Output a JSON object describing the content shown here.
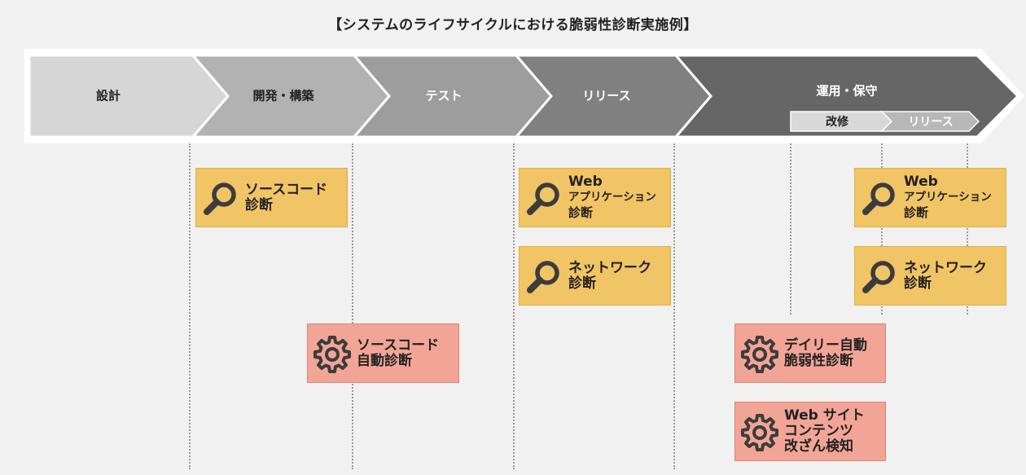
{
  "title": "【システムのライフサイクルにおける脆弱性診断実施例】",
  "phases": [
    {
      "label": "設計"
    },
    {
      "label": "開発・構築"
    },
    {
      "label": "テスト"
    },
    {
      "label": "リリース"
    },
    {
      "label": "運用・保守"
    }
  ],
  "sub_phases": [
    {
      "label": "改修"
    },
    {
      "label": "リリース"
    }
  ],
  "colors": {
    "phase1": "#d6d6d6",
    "phase2": "#b2b2b2",
    "phase3": "#9d9d9d",
    "phase4": "#808080",
    "phase5": "#666666",
    "yellow": "#f1c465",
    "red": "#f2a596",
    "icon": "#3c3c3c"
  },
  "boxes": [
    {
      "icon": "magnifier-icon",
      "lines": [
        "ソースコード",
        "診断"
      ]
    },
    {
      "icon": "magnifier-icon",
      "lines": [
        "Web",
        "アプリケーション",
        "診断"
      ]
    },
    {
      "icon": "magnifier-icon",
      "lines": [
        "ネットワーク",
        "診断"
      ]
    },
    {
      "icon": "magnifier-icon",
      "lines": [
        "Web",
        "アプリケーション",
        "診断"
      ]
    },
    {
      "icon": "magnifier-icon",
      "lines": [
        "ネットワーク",
        "診断"
      ]
    },
    {
      "icon": "gear-icon",
      "lines": [
        "ソースコード",
        "自動診断"
      ]
    },
    {
      "icon": "gear-icon",
      "lines": [
        "デイリー自動",
        "脆弱性診断"
      ]
    },
    {
      "icon": "gear-icon",
      "lines": [
        "Web サイト",
        "コンテンツ",
        "改ざん検知"
      ]
    }
  ]
}
